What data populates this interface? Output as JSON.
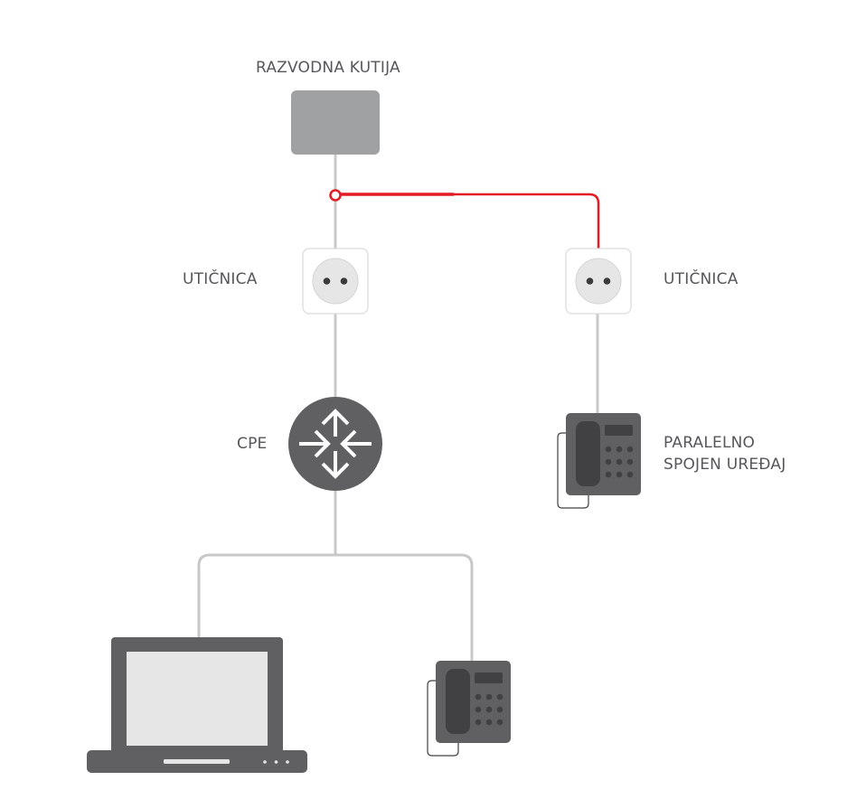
{
  "diagram": {
    "title": "Home phone line wiring with parallel device",
    "colors": {
      "wire": "#c8c8c8",
      "wire_highlight": "#e31b23",
      "device_dark": "#606062",
      "device_darker": "#414143",
      "box_gray": "#a0a1a3",
      "socket_face": "#e6e6e6",
      "screen": "#e6e6e6",
      "label_text": "#555759"
    },
    "nodes": {
      "junction_box": {
        "label": "RAZVODNA KUTIJA",
        "icon": "junction-box-icon"
      },
      "socket_left": {
        "label": "UTIČNICA",
        "icon": "wall-socket-icon"
      },
      "socket_right": {
        "label": "UTIČNICA",
        "icon": "wall-socket-icon"
      },
      "cpe": {
        "label": "CPE",
        "icon": "router-icon"
      },
      "parallel_phone": {
        "label_line1": "PARALELNO",
        "label_line2": "SPOJEN UREĐAJ",
        "icon": "desk-phone-icon"
      },
      "laptop": {
        "label": "",
        "icon": "laptop-icon"
      },
      "phone": {
        "label": "",
        "icon": "desk-phone-icon"
      }
    },
    "edges": [
      {
        "from": "junction_box",
        "to": "socket_left",
        "style": "normal"
      },
      {
        "from": "junction_box",
        "to": "socket_right",
        "style": "highlight"
      },
      {
        "from": "socket_left",
        "to": "cpe",
        "style": "normal"
      },
      {
        "from": "socket_right",
        "to": "parallel_phone",
        "style": "normal"
      },
      {
        "from": "cpe",
        "to": "laptop",
        "style": "normal"
      },
      {
        "from": "cpe",
        "to": "phone",
        "style": "normal"
      }
    ]
  }
}
